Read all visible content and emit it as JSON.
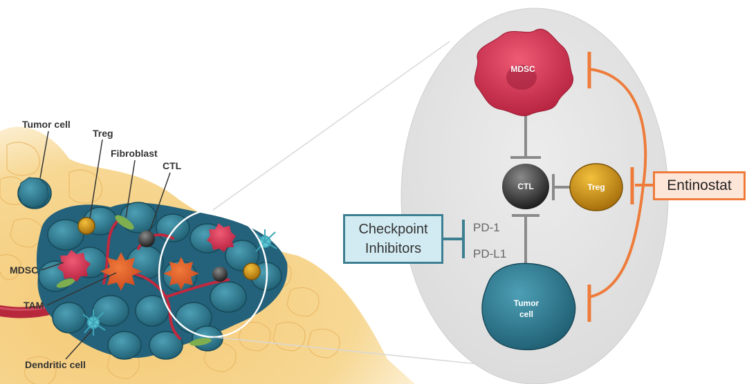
{
  "left_labels": {
    "tumor_cell": "Tumor cell",
    "treg": "Treg",
    "fibroblast": "Fibroblast",
    "ctl": "CTL",
    "mdsc": "MDSC",
    "tam": "TAM",
    "dendritic": "Dendritic cell"
  },
  "inset": {
    "mdsc": "MDSC",
    "ctl": "CTL",
    "treg": "Treg",
    "tumor_line1": "Tumor",
    "tumor_line2": "cell",
    "pd1": "PD-1",
    "pdl1": "PD-L1",
    "checkpoint_line1": "Checkpoint",
    "checkpoint_line2": "Inhibitors",
    "entinostat": "Entinostat"
  },
  "colors": {
    "inhibitor_orange": "#ee7b3a",
    "checkpoint_teal": "#3d7f91",
    "mdsc_red": "#d92e4e",
    "treg_gold": "#c98f12",
    "tumor_teal": "#2a6f85"
  }
}
